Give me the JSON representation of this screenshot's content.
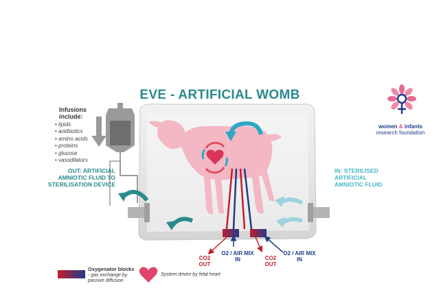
{
  "title": "EVE - ARTIFICIAL WOMB",
  "infusions": {
    "heading": "Infusions include:",
    "items": [
      "lipids",
      "antibiotics",
      "amino acids",
      "proteins",
      "glucose",
      "vasodilators"
    ]
  },
  "labels": {
    "out_line1": "OUT: ARTIFICIAL",
    "out_line2": "AMNIOTIC FLUID TO",
    "out_line3": "STERILISATION DEVICE",
    "in_line1": "IN: STERILISED",
    "in_line2": "ARTIFICIAL",
    "in_line3": "AMNIOTIC FLUID"
  },
  "gas": {
    "co2_out_left": "CO2 OUT",
    "o2_in_left": "O2 / AIR MIX IN",
    "co2_out_right": "CO2 OUT",
    "o2_in_right": "O2 / AIR MIX IN"
  },
  "legend": {
    "oxygenator_title": "Oxygenator blocks",
    "oxygenator_desc": "- gas exchange by passive diffusion",
    "heart_desc": "System driven by fetal heart"
  },
  "logo": {
    "line1a": "women",
    "amp": "&",
    "line1b": "infants",
    "line2": "research foundation"
  },
  "colors": {
    "teal": "#2a8a8e",
    "light_blue": "#46b8c9",
    "lamb_pink": "#f3b8c4",
    "heart_red": "#d9365a",
    "out_red": "#c21e2c",
    "in_blue": "#1f3c8a"
  },
  "icons": [
    "iv-bag-icon",
    "down-arrow-icon",
    "heart-icon",
    "circular-arrows-icon",
    "oxygenator-block-icon",
    "logo-flower-icon"
  ]
}
